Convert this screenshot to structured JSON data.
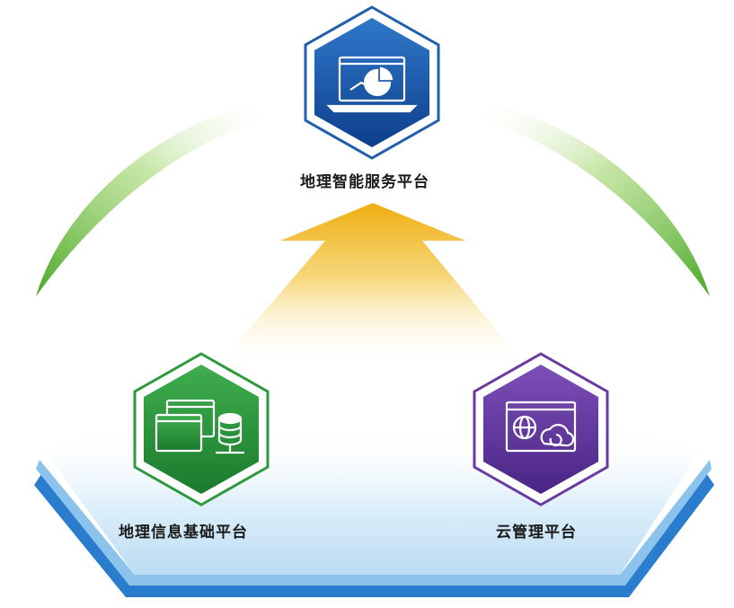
{
  "diagram": {
    "nodes": {
      "top": {
        "label": "地理智能服务平台",
        "icon": "laptop-chart-icon",
        "color": "#1f5fae"
      },
      "left": {
        "label": "地理信息基础平台",
        "icon": "windows-database-icon",
        "color": "#2d9a3e"
      },
      "right": {
        "label": "云管理平台",
        "icon": "browser-globe-cloud-icon",
        "color": "#6a3aa0"
      }
    },
    "colors": {
      "arc_green": "#6cbf3f",
      "arrow_gold": "#f2b61a",
      "base_blue": "#1f6fc4",
      "base_light": "#d8ebf8"
    }
  }
}
